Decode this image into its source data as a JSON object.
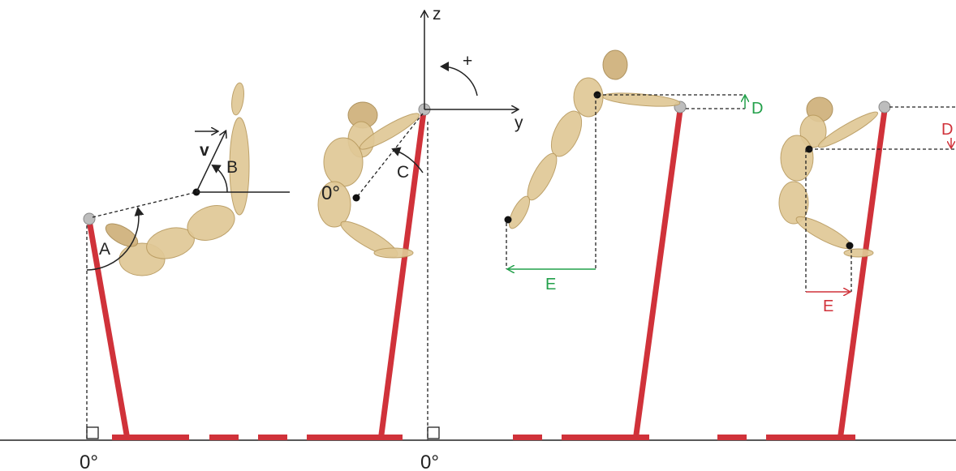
{
  "colors": {
    "bar": "#d0323a",
    "bar_dark": "#a8232b",
    "ground": "#222222",
    "green": "#22a04a",
    "red_label": "#d0323a"
  },
  "labels": {
    "angle_zero_left": "0°",
    "angle_zero_right": "0°",
    "angle_zero_arm": "0°",
    "A": "A",
    "B": "B",
    "C": "C",
    "v": "v",
    "z": "z",
    "y": "y",
    "plus": "+",
    "D_green": "D",
    "E_green": "E",
    "D_red": "D",
    "E_red": "E"
  },
  "figures": [
    {
      "id": "panel-1-swing-forward"
    },
    {
      "id": "panel-2-tuck-hang"
    },
    {
      "id": "panel-3-pike-extended"
    },
    {
      "id": "panel-4-tuck-compact"
    }
  ]
}
